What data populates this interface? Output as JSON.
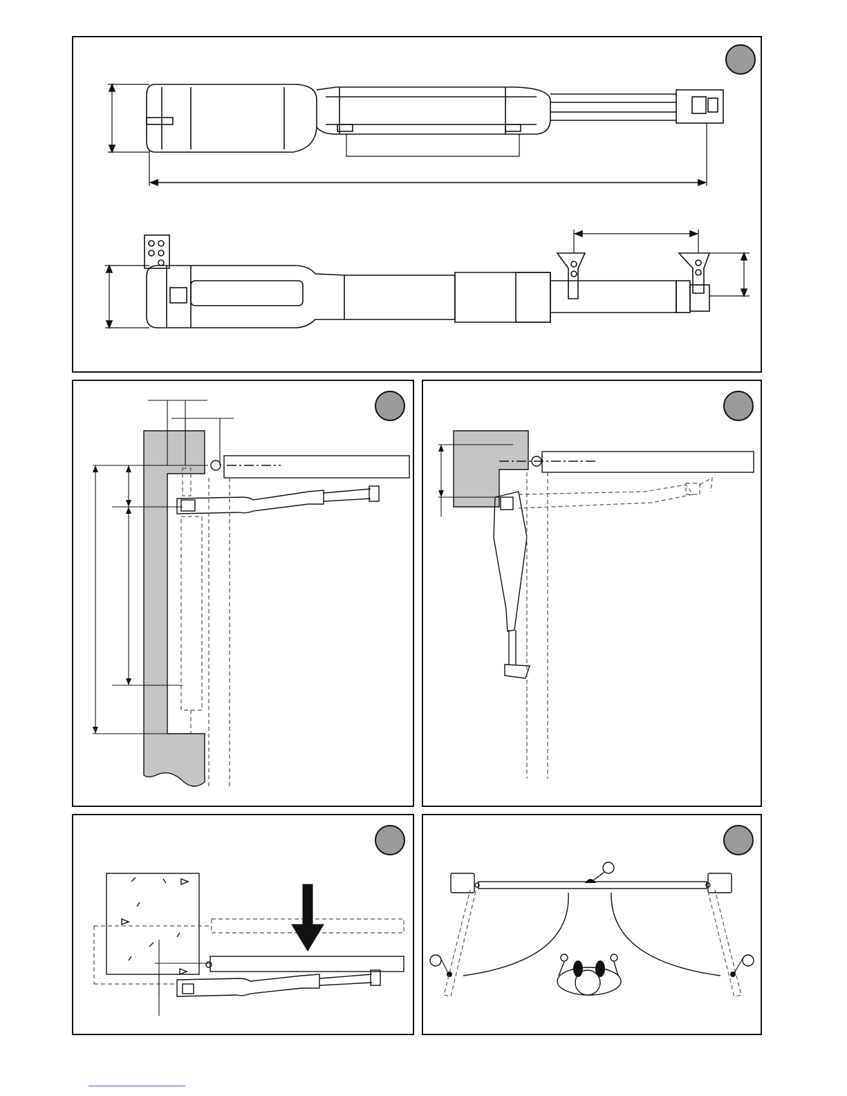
{
  "document": {
    "type": "installation-manual-figures",
    "figures": [
      {
        "id": "fig-1",
        "label": ""
      },
      {
        "id": "fig-2",
        "label": ""
      },
      {
        "id": "fig-3",
        "label": ""
      },
      {
        "id": "fig-4",
        "label": ""
      },
      {
        "id": "fig-5",
        "label": ""
      }
    ],
    "colors": {
      "line": "#111111",
      "badge": "#9a9a9a",
      "wall": "#c4c4c4",
      "dashed": "#555555",
      "arrow": "#111111"
    }
  }
}
